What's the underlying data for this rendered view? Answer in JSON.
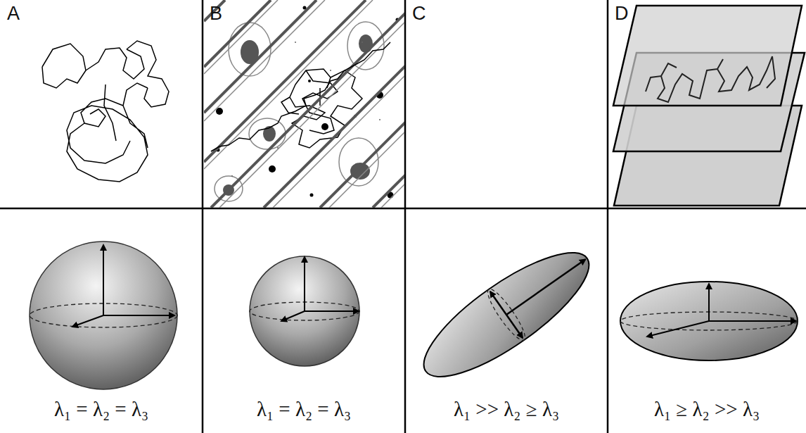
{
  "diagram": {
    "labels": [
      "A",
      "B",
      "C",
      "D",
      "λ₁ = λ₂ = λ₃",
      "λ₁ = λ₂ = λ₃",
      "λ₁ >> λ₂ ≥ λ₃",
      "λ₁ ≥ λ₂ >> λ₃"
    ]
  }
}
